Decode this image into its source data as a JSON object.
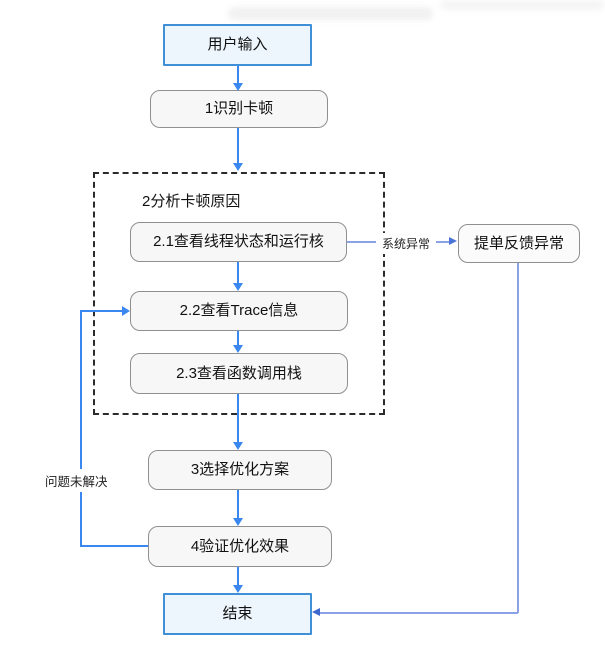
{
  "flowchart": {
    "nodes": {
      "user_input": {
        "label": "用户输入",
        "shape": "terminal"
      },
      "step1": {
        "label": "1识别卡顿",
        "shape": "process"
      },
      "group2": {
        "label": "2分析卡顿原因",
        "shape": "dashed-group"
      },
      "step2_1": {
        "label": "2.1查看线程状态和运行核",
        "shape": "process"
      },
      "step2_2": {
        "label": "2.2查看Trace信息",
        "shape": "process"
      },
      "step2_3": {
        "label": "2.3查看函数调用栈",
        "shape": "process"
      },
      "ticket": {
        "label": "提单反馈异常",
        "shape": "process"
      },
      "step3": {
        "label": "3选择优化方案",
        "shape": "process"
      },
      "step4": {
        "label": "4验证优化效果",
        "shape": "process"
      },
      "end": {
        "label": "结束",
        "shape": "terminal"
      }
    },
    "edge_labels": {
      "system_exception": "系统异常",
      "problem_unsolved": "问题未解决"
    },
    "colors": {
      "arrow_blue": "#3b87f0",
      "side_path_blue": "#8ba3e6",
      "side_arrowhead_blue": "#4a74d8",
      "terminal_border": "#4090d8",
      "terminal_fill": "#edf6fd",
      "process_border": "#8f8f8f",
      "process_fill": "#f7f7f7",
      "dashed_border": "#2b2b2b"
    }
  }
}
